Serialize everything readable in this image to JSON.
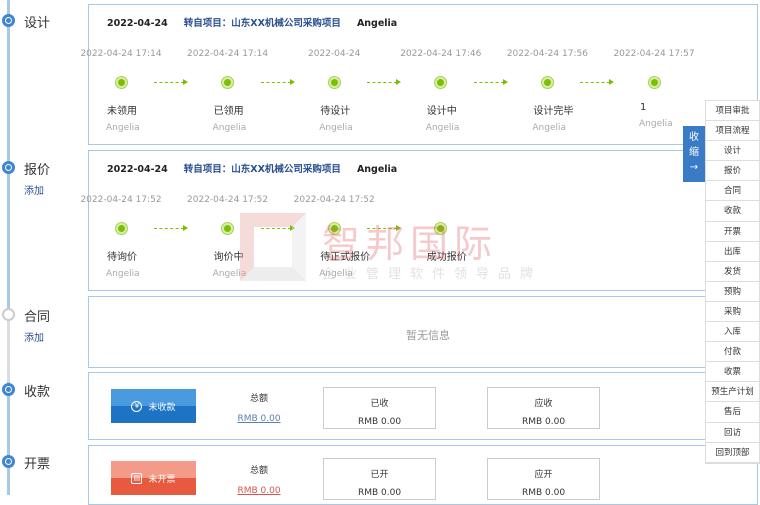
{
  "sections": [
    {
      "label": "设计"
    },
    {
      "label": "报价",
      "add": "添加"
    },
    {
      "label": "合同",
      "add": "添加"
    },
    {
      "label": "收款"
    },
    {
      "label": "开票"
    }
  ],
  "design": {
    "date": "2022-04-24",
    "project": "转自项目：山东XX机械公司采购项目",
    "user": "Angelia",
    "steps": [
      {
        "time": "2022-04-24 17:14",
        "label": "未领用",
        "user": "Angelia"
      },
      {
        "time": "2022-04-24 17:14",
        "label": "已领用",
        "user": "Angelia"
      },
      {
        "time": "2022-04-24",
        "label": "待设计",
        "user": "Angelia"
      },
      {
        "time": "2022-04-24 17:46",
        "label": "设计中",
        "user": "Angelia"
      },
      {
        "time": "2022-04-24 17:56",
        "label": "设计完毕",
        "user": "Angelia"
      },
      {
        "time": "2022-04-24 17:57",
        "label": "1",
        "user": "Angelia"
      }
    ]
  },
  "quote": {
    "date": "2022-04-24",
    "project": "转自项目：山东XX机械公司采购项目",
    "user": "Angelia",
    "steps": [
      {
        "time": "2022-04-24 17:52",
        "label": "待询价",
        "user": "Angelia"
      },
      {
        "time": "2022-04-24 17:52",
        "label": "询价中",
        "user": "Angelia"
      },
      {
        "time": "2022-04-24 17:52",
        "label": "待正式报价",
        "user": "Angelia"
      },
      {
        "time": "",
        "label": "成功报价",
        "user": ""
      }
    ]
  },
  "contract": {
    "empty": "暂无信息"
  },
  "payment": {
    "button": "未收款",
    "icon": "yen-circle-icon",
    "total_label": "总额",
    "total": "RMB 0.00",
    "received_label": "已收",
    "received": "RMB 0.00",
    "due_label": "应收",
    "due": "RMB 0.00"
  },
  "invoice": {
    "button": "未开票",
    "icon": "invoice-icon",
    "total_label": "总额",
    "total": "RMB 0.00",
    "issued_label": "已开",
    "issued": "RMB 0.00",
    "due_label": "应开",
    "due": "RMB 0.00"
  },
  "collapse": {
    "label1": "收",
    "label2": "缩",
    "arrow": "→"
  },
  "menu": [
    "项目审批",
    "项目流程",
    "设计",
    "报价",
    "合同",
    "收款",
    "开票",
    "出库",
    "发货",
    "预购",
    "采购",
    "入库",
    "付款",
    "收票",
    "预生产计划",
    "售后",
    "回访",
    "回到顶部"
  ],
  "watermark": {
    "brand": "智邦国际",
    "slogan": "企业管理软件领导品牌"
  },
  "colors": {
    "accent": "#3f86d1",
    "step_green": "#7cbf00",
    "pay_blue": "#1d73c4",
    "invoice_red": "#e85a40"
  }
}
